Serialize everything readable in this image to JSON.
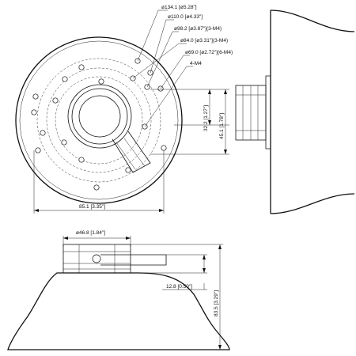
{
  "top_view": {
    "dimensions": {
      "d1": "ø134.1 [ø5.28\"]",
      "d2": "ø110.0 [ø4.33\"]",
      "d3": "ø98.2 [ø3.87\"](3-M4)",
      "d4": "ø84.0 [ø3.31\"](3-M4)",
      "d5": "ø69.0 [ø2.72\"](6-M4)",
      "d6": "4-M4",
      "width": "85.1 [3.35\"]",
      "height_inner": "32.2 [1.27\"]",
      "height_outer": "45.1 [1.78\"]"
    }
  },
  "front_view": {
    "dimensions": {
      "top_diameter": "ø46.8 [1.84\"]",
      "collar_height": "12.8 [0.50\"]",
      "total_height": "83.5 [3.29\"]"
    }
  },
  "colors": {
    "line": "#111111",
    "background": "#ffffff"
  }
}
